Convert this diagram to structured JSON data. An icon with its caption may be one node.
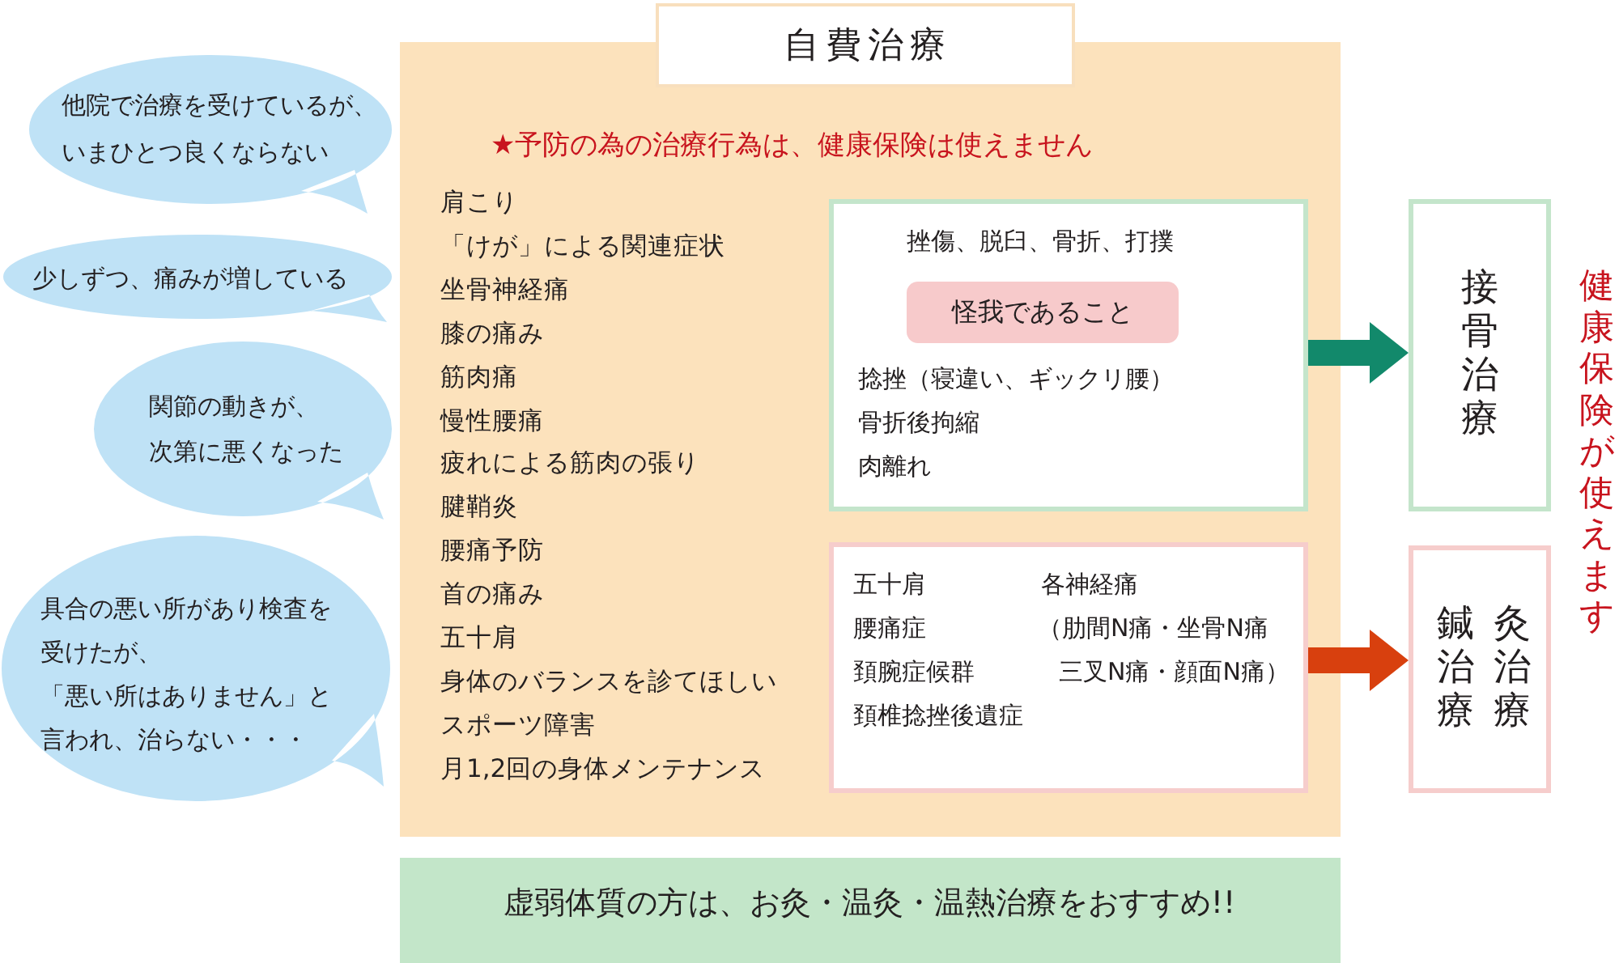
{
  "diagram": {
    "nodes": [
      {
        "text": [
          "他院で治療を受けているが、いまひとつ良くならない"
        ]
      },
      {
        "text": [
          "少しずつ、痛みが増している"
        ]
      },
      {
        "text": [
          "関節の動きが、次第に悪くなった"
        ]
      },
      {
        "text": [
          "具合の悪い所があり検査を受けたが、「悪い所はありません」と言われ、治らない・・・"
        ]
      },
      {
        "text": [
          "自費治療"
        ]
      },
      {
        "text": [
          "★予防の為の治療行為は、健康保険は使えません",
          "肩こり",
          "「けが」による関連症状",
          "坐骨神経痛",
          "膝の痛み",
          "筋肉痛",
          "慢性腰痛",
          "疲れによる筋肉の張り",
          "腱鞘炎",
          "腰痛予防",
          "首の痛み",
          "五十肩",
          "身体のバランスを診てほしい",
          "スポーツ障害",
          "月1,2回の身体メンテナンス"
        ]
      },
      {
        "text": [
          "挫傷、脱臼、骨折、打撲",
          "捻挫（寝違い、ギックリ腰）",
          "骨折後拘縮",
          "肉離れ"
        ],
        "in": 5
      },
      {
        "text": [
          "怪我であること"
        ],
        "in": 6
      },
      {
        "text": [
          "五十肩",
          "腰痛症",
          "頚腕症候群",
          "頚椎捻挫後遺症",
          "各神経痛",
          "（肋間N痛・坐骨N痛三叉N痛・顔面N痛）"
        ],
        "in": 5
      },
      {
        "text": [
          "接骨治療"
        ]
      },
      {
        "text": [
          "鍼治療",
          "灸治療"
        ]
      },
      {
        "text": [
          "虚弱体質の方は、お灸・温灸・温熱治療をおすすめ!!"
        ]
      }
    ],
    "edges": [
      {
        "from": 6,
        "to": 9,
        "arrow": "to",
        "color": "#12896b"
      },
      {
        "from": 8,
        "to": 10,
        "arrow": "to",
        "color": "#d8400e"
      }
    ],
    "labels": [
      "健康保険が使えます"
    ]
  }
}
